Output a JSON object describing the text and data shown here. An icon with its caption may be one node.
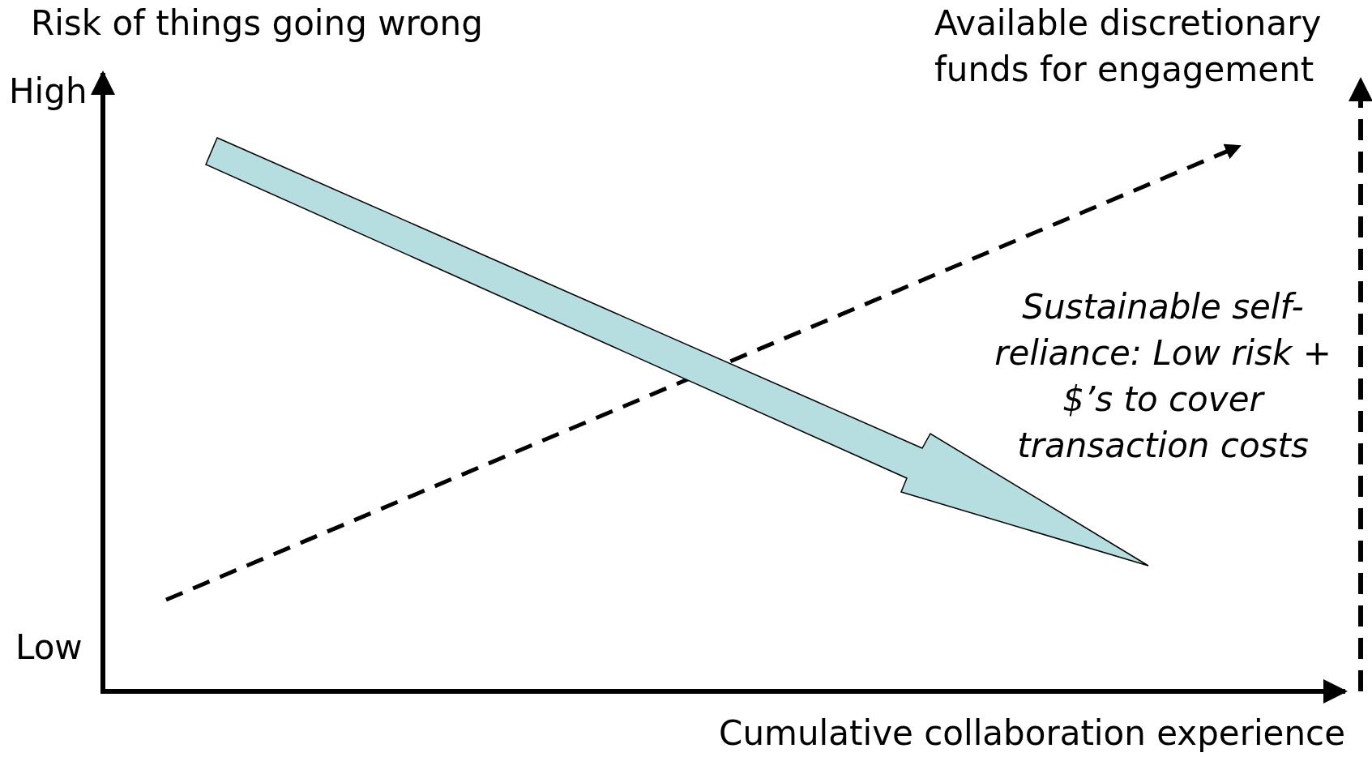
{
  "diagram": {
    "labels": [
      "Risk of things going wrong",
      "High",
      "Available discretionary funds for engagement",
      "Sustainable self-reliance: Low risk + $’s to cover transaction costs",
      "Low",
      "Cumulative collaboration experience"
    ]
  }
}
